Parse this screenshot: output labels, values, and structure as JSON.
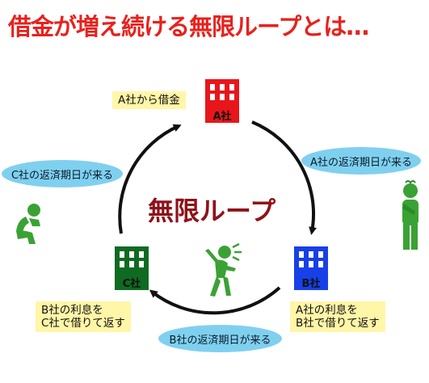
{
  "title": "借金が増え続ける無限ループとは…",
  "center_label": "無限ループ",
  "companies": {
    "a": {
      "label": "A社",
      "color": "#e8161b"
    },
    "b": {
      "label": "B社",
      "color": "#1740e8"
    },
    "c": {
      "label": "C社",
      "color": "#0f6b22"
    }
  },
  "notes": {
    "a_borrow": "A社から借金",
    "b_pays_a_line1": "A社の利息を",
    "b_pays_a_line2": "B社で借りて返す",
    "c_pays_b_line1": "B社の利息を",
    "c_pays_b_line2": "C社で借りて返す"
  },
  "bubbles": {
    "a_due": "A社の返済期日が来る",
    "b_due": "B社の返済期日が来る",
    "c_due": "C社の返済期日が来る"
  },
  "colors": {
    "title": "#e8211c",
    "loop": "#8e1219",
    "figure": "#3aa234",
    "note_bg": "#fff6a8",
    "bubble_bg": "#7fd0ef"
  }
}
